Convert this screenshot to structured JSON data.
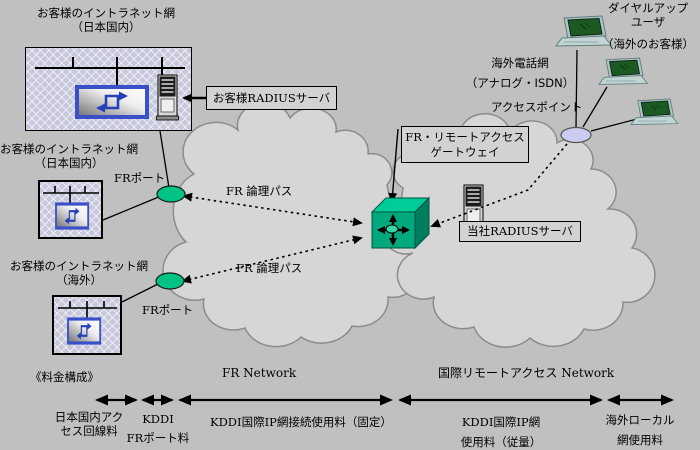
{
  "colors": {
    "background": "#c0c0c0",
    "cloud_fill": "#d6d6d6",
    "cloud_stroke": "#8c8c8c",
    "intranet_box_fill": "#c7c8dc",
    "fr_port_green": "#00c285",
    "gateway_cube_front": "#00a87e",
    "gateway_cube_top": "#00cc99",
    "gateway_cube_side": "#007d5e",
    "access_point_fill": "#ccccf2",
    "router_border_blue": "#3a50c8",
    "label_box_fill": "#d2d2d2"
  },
  "intranet_jp_main": {
    "title": "お客様のイントラネット網",
    "subtitle": "（日本国内）"
  },
  "intranet_jp_small": {
    "title": "お客様のイントラネット網",
    "subtitle": "（日本国内）",
    "port": "FRポート"
  },
  "intranet_overseas": {
    "title": "お客様のイントラネット網",
    "subtitle": "（海外）",
    "port": "FRポート"
  },
  "labels": {
    "customer_radius": "お客様RADIUSサーバ",
    "company_radius": "当社RADIUSサーバ",
    "gateway_line1": "FR・リモートアクセス",
    "gateway_line2": "ゲートウェイ",
    "fr_path": "FR 論理パス",
    "dialup_line1": "ダイヤルアップ",
    "dialup_line2": "ユーザ",
    "dialup_line3": "（海外のお客様）",
    "phone_line1": "海外電話網",
    "phone_line2": "（アナログ・ISDN）",
    "access_point": "アクセスポイント",
    "fr_network": "FR Network",
    "intl_network": "国際リモートアクセス Network"
  },
  "fees": {
    "title": "《料金構成》",
    "items": [
      {
        "line1": "日本国内アク",
        "line2": "セス回線料"
      },
      {
        "line1": "KDDI",
        "line2": "FRポート料"
      },
      {
        "line1": "KDDI国際IP網接続使用料（固定）",
        "line2": ""
      },
      {
        "line1": "KDDI国際IP網",
        "line2": "使用料（従量）"
      },
      {
        "line1": "海外ローカル",
        "line2": "網使用料"
      }
    ]
  }
}
